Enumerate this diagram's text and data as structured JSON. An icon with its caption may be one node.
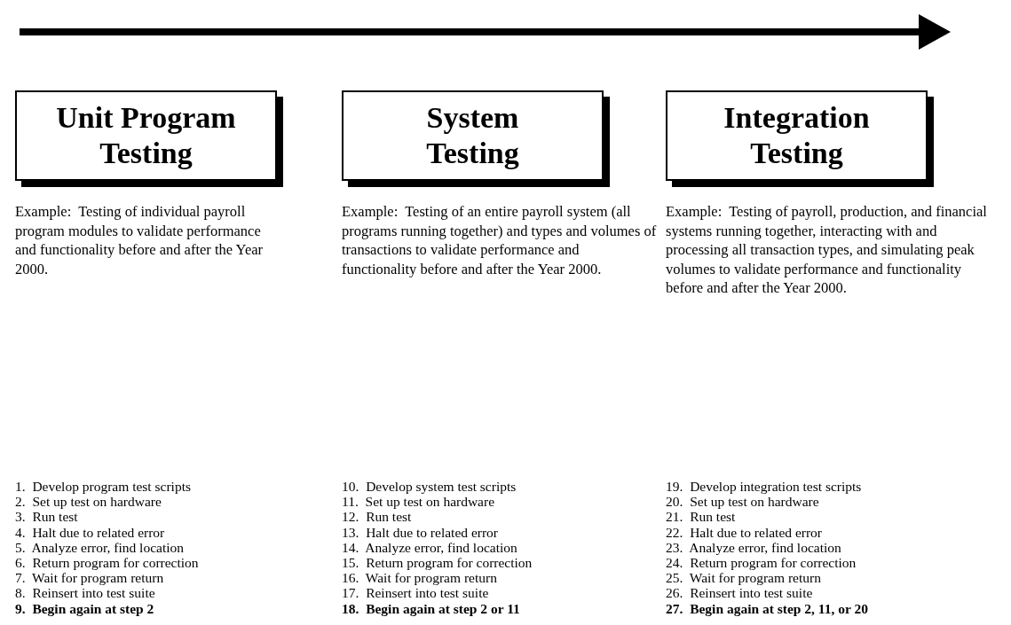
{
  "diagram": {
    "nodes": [
      {
        "text": [
          "Unit Program Testing"
        ],
        "beside": [
          "Example:  Testing of individual payroll program modules to validate performance and functionality before and after the Year 2000.",
          "1.  Develop program test scripts",
          "2.  Set up test on hardware",
          "3.  Run test",
          "4.  Halt due to related error",
          "5.  Analyze error, find location",
          "6.  Return program for correction",
          "7.  Wait for program return",
          "8.  Reinsert into test suite",
          "9.  Begin again at step 2"
        ]
      },
      {
        "text": [
          "System Testing"
        ],
        "beside": [
          "Example:  Testing of an entire payroll system (all programs running together) and types and volumes of transactions to validate performance and functionality before and after the Year 2000.",
          "10.  Develop system test scripts",
          "11.  Set up test on hardware",
          "12.  Run test",
          "13.  Halt due to related error",
          "14.  Analyze error, find location",
          "15.  Return program for correction",
          "16.  Wait for program return",
          "17.  Reinsert into test suite",
          "18.  Begin again at step 2 or 11"
        ]
      },
      {
        "text": [
          "Integration Testing"
        ],
        "beside": [
          "Example:  Testing of payroll, production, and financial systems running together, interacting with and processing all transaction types, and simulating peak volumes to validate performance and functionality before and after the Year 2000.",
          "19.  Develop integration test scripts",
          "20.  Set up test on hardware",
          "21.  Run test",
          "22.  Halt due to related error",
          "23.  Analyze error, find location",
          "24.  Return program for correction",
          "25.  Wait for program return",
          "26.  Reinsert into test suite",
          "27.  Begin again at step 2, 11, or 20"
        ]
      }
    ]
  }
}
